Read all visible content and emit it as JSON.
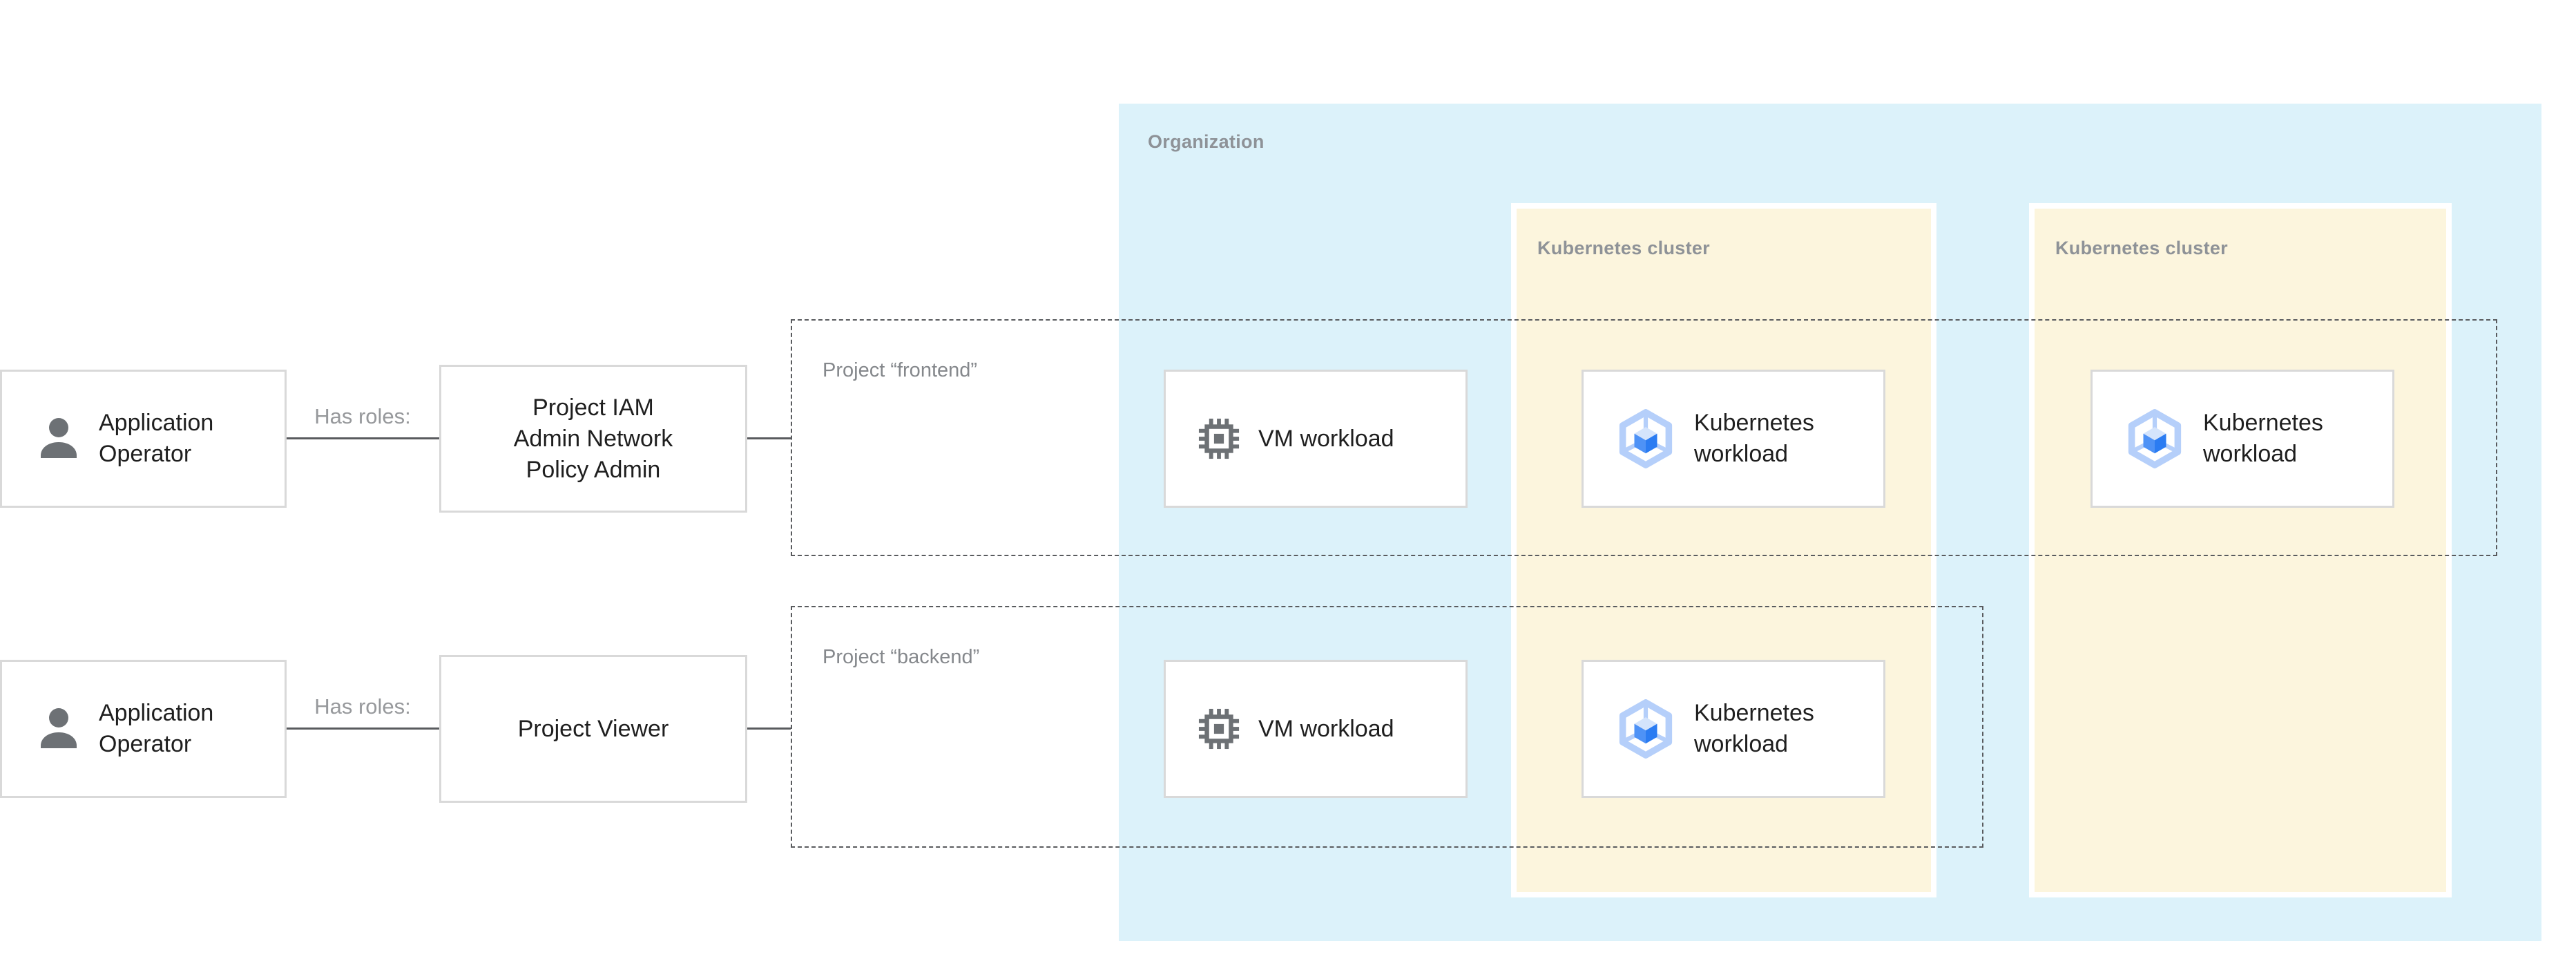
{
  "diagram": {
    "organization": {
      "label": "Organization"
    },
    "clusters": [
      {
        "label": "Kubernetes cluster"
      },
      {
        "label": "Kubernetes cluster"
      }
    ],
    "projects": [
      {
        "label": "Project “frontend”"
      },
      {
        "label": "Project “backend”"
      }
    ],
    "actors": [
      {
        "name_lines": [
          "Application",
          "Operator"
        ],
        "relation": "Has roles:",
        "role_lines": [
          "Project IAM",
          "Admin Network",
          "Policy Admin"
        ]
      },
      {
        "name_lines": [
          "Application",
          "Operator"
        ],
        "relation": "Has roles:",
        "role_lines": [
          "Project Viewer"
        ]
      }
    ],
    "workload_labels": {
      "vm": "VM workload",
      "k8s_lines": [
        "Kubernetes",
        "workload"
      ]
    },
    "icons": {
      "person": "person-icon",
      "vm": "cpu-chip-icon",
      "k8s": "gke-cube-hexagon-icon"
    },
    "colors": {
      "organization_bg": "#dcf2fa",
      "cluster_bg": "#fcf5dd",
      "label_gray": "#8e9297",
      "line_gray": "#595b5e",
      "text": "#1f1f1f",
      "gke_hexagon": "#b5cffa",
      "gke_cube_top": "#d4e4fc",
      "gke_cube_left": "#4e92f6",
      "gke_cube_right": "#2b7cf2",
      "icon_gray": "#6d7175"
    }
  }
}
